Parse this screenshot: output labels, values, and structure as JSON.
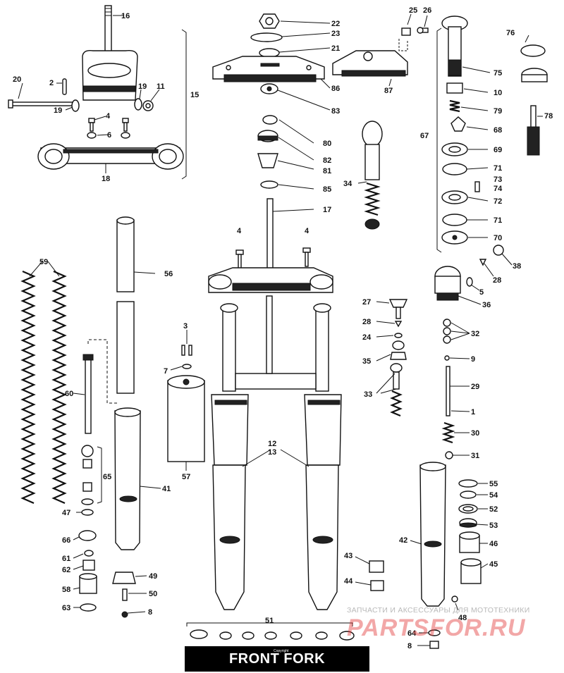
{
  "title": "FRONT FORK",
  "copyright": "Copyright",
  "watermark_line1": "ЗАПЧАСТИ И АКСЕССУАРЫ ДЛЯ МОТОТЕХНИКИ",
  "watermark_brand": "PARTSFOR.RU",
  "callouts": [
    "16",
    "22",
    "23",
    "21",
    "25",
    "26",
    "76",
    "20",
    "2",
    "19",
    "19",
    "11",
    "15",
    "4",
    "6",
    "18",
    "86",
    "87",
    "83",
    "75",
    "10",
    "79",
    "68",
    "67",
    "69",
    "71",
    "73",
    "74",
    "72",
    "71",
    "70",
    "78",
    "80",
    "82",
    "81",
    "85",
    "34",
    "17",
    "4",
    "4",
    "59",
    "56",
    "60",
    "3",
    "7",
    "57",
    "65",
    "47",
    "66",
    "61",
    "62",
    "58",
    "63",
    "41",
    "49",
    "50",
    "8",
    "12",
    "13",
    "51",
    "27",
    "28",
    "24",
    "35",
    "33",
    "38",
    "28",
    "5",
    "36",
    "32",
    "9",
    "29",
    "1",
    "30",
    "31",
    "55",
    "54",
    "52",
    "53",
    "46",
    "45",
    "42",
    "43",
    "44",
    "48",
    "64",
    "8"
  ]
}
